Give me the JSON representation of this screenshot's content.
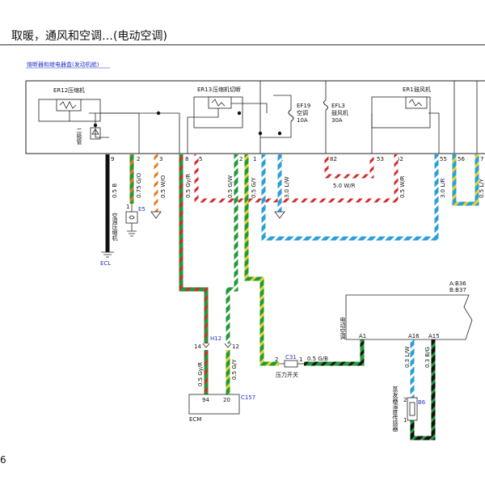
{
  "header": {
    "title": "取暖，通风和空调…(电动空调)",
    "page_number": "6"
  },
  "fuse_box": {
    "label": "熔断器和继电器盒(发动机舱)",
    "relays": [
      {
        "id": "ER12",
        "name": "压缩机"
      },
      {
        "id": "ER13",
        "name": "压缩机切断"
      },
      {
        "id": "ER1",
        "name": "鼓风机"
      }
    ],
    "fuses": [
      {
        "id": "EF19",
        "name": "空调",
        "rating": "10A"
      },
      {
        "id": "EFL3",
        "name": "鼓风机",
        "rating": "30A"
      }
    ],
    "diode_label": "二极管",
    "pins": [
      "9",
      "2",
      "3",
      "8",
      "5",
      "2",
      "1",
      "1",
      "82",
      "53",
      "52",
      "55",
      "56",
      "7"
    ]
  },
  "wires": [
    {
      "spec": "0.5 B"
    },
    {
      "spec": "0.75 G/O"
    },
    {
      "spec": "0.5 W/O"
    },
    {
      "spec": "0.5 Gy/R"
    },
    {
      "spec": "0.5 G/W"
    },
    {
      "spec": "0.5 G/Y"
    },
    {
      "spec": "3.0 L/W"
    },
    {
      "spec": "5.0 W/R"
    },
    {
      "spec": "0.5 W/R"
    },
    {
      "spec": "3.0 L/R"
    },
    {
      "spec": "0.5 L/Y"
    },
    {
      "spec": "0.5 Gy/R"
    },
    {
      "spec": "0.5 G/Y"
    },
    {
      "spec": "0.5 G/B"
    },
    {
      "spec": "0.3 L/W"
    },
    {
      "spec": "0.3 B/G"
    }
  ],
  "components": {
    "compressor": {
      "label": "空调压缩机",
      "code": "E5",
      "pin": "1"
    },
    "ground": {
      "code": "ECL"
    },
    "ecm": {
      "label": "ECM",
      "code": "C157",
      "pins": [
        "94",
        "20"
      ]
    },
    "connector_h12": {
      "code": "H12",
      "pins": [
        "14",
        "12"
      ]
    },
    "pressure_switch": {
      "label": "压力开关",
      "code": "C31",
      "pins": [
        "2",
        "1"
      ]
    },
    "ac_module": {
      "label": "电动空调",
      "connectors": [
        "A:B36",
        "B:B37"
      ],
      "pins": [
        "A1",
        "A16",
        "A15"
      ]
    },
    "evap_sensor": {
      "label": "蒸发器温度传感器",
      "code": "B6",
      "pins": [
        "2",
        "1"
      ]
    }
  },
  "colors": {
    "black": "#111111",
    "green": "#1f9a3a",
    "orange": "#e07a20",
    "red": "#d42a2a",
    "white": "#ffffff",
    "blue": "#2b9fd8",
    "yellow": "#e8d22a",
    "gray": "#888888",
    "connector_blue": "#2233cc"
  }
}
